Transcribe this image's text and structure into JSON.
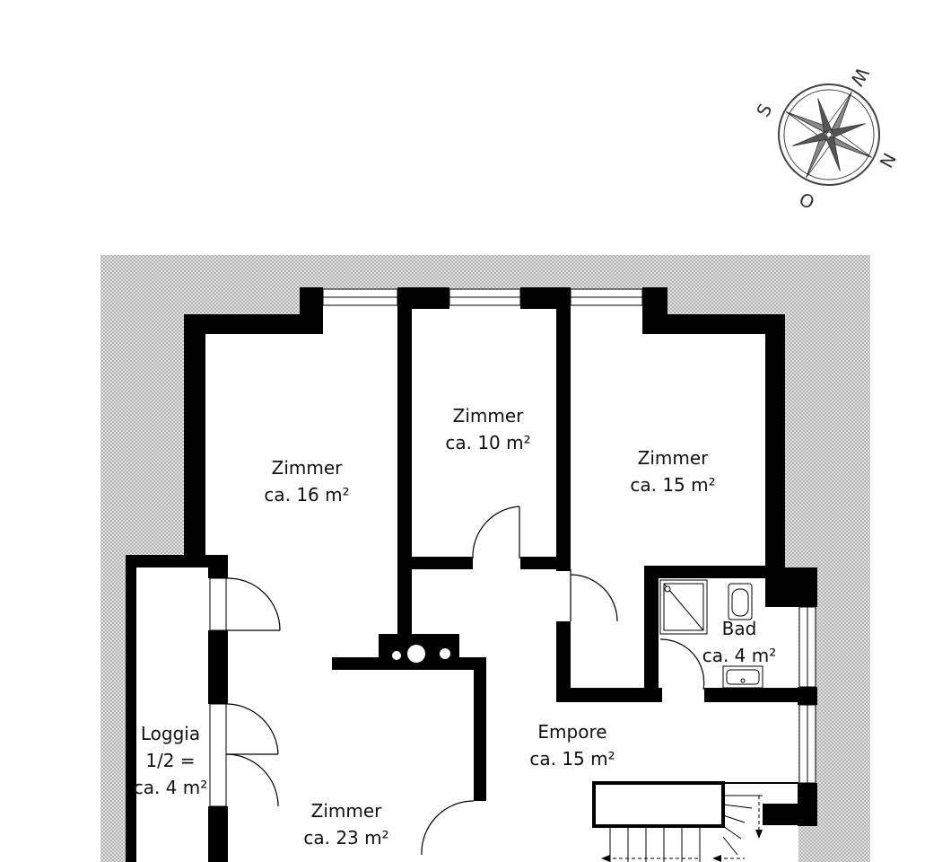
{
  "compass": {
    "letters": {
      "w": "W",
      "s": "S",
      "n": "N",
      "o": "O"
    }
  },
  "colors": {
    "wall": "#000000",
    "hatch_background": "#d9d9d9",
    "floor": "#ffffff",
    "compass_fill": "#7a7a7a"
  },
  "rooms": [
    {
      "id": "zimmer-16",
      "name": "Zimmer",
      "area": "ca. 16 m²"
    },
    {
      "id": "zimmer-10",
      "name": "Zimmer",
      "area": "ca. 10 m²"
    },
    {
      "id": "zimmer-15",
      "name": "Zimmer",
      "area": "ca. 15 m²"
    },
    {
      "id": "bad",
      "name": "Bad",
      "area": "ca. 4 m²"
    },
    {
      "id": "empore",
      "name": "Empore",
      "area": "ca. 15 m²"
    },
    {
      "id": "zimmer-23",
      "name": "Zimmer",
      "area": "ca. 23 m²"
    }
  ],
  "loggia": {
    "line1": "Loggia",
    "line2": "1/2 =",
    "line3": "ca. 4 m²"
  }
}
